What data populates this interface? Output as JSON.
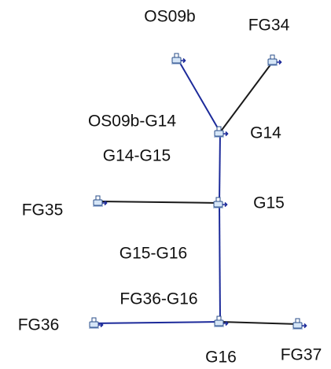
{
  "diagram": {
    "nodes": [
      {
        "id": "os09b",
        "label": "OS09b",
        "icon": "pipe-junction-icon"
      },
      {
        "id": "fg34",
        "label": "FG34",
        "icon": "pipe-junction-icon"
      },
      {
        "id": "g14",
        "label": "G14",
        "icon": "pipe-junction-icon"
      },
      {
        "id": "g15",
        "label": "G15",
        "icon": "pipe-junction-icon"
      },
      {
        "id": "fg35",
        "label": "FG35",
        "icon": "pipe-junction-icon"
      },
      {
        "id": "g16",
        "label": "G16",
        "icon": "pipe-junction-icon"
      },
      {
        "id": "fg36",
        "label": "FG36",
        "icon": "pipe-junction-icon"
      },
      {
        "id": "fg37",
        "label": "FG37",
        "icon": "pipe-junction-icon"
      }
    ],
    "links": [
      {
        "id": "os09b-g14",
        "from": "os09b",
        "to": "g14",
        "label": "OS09b-G14",
        "color": "#1c2a9a"
      },
      {
        "id": "fg34-g14",
        "from": "fg34",
        "to": "g14",
        "label": "",
        "color": "#1a1a1a"
      },
      {
        "id": "g14-g15",
        "from": "g14",
        "to": "g15",
        "label": "G14-G15",
        "color": "#1c2a9a"
      },
      {
        "id": "fg35-g15",
        "from": "fg35",
        "to": "g15",
        "label": "",
        "color": "#1a1a1a"
      },
      {
        "id": "g15-g16",
        "from": "g15",
        "to": "g16",
        "label": "G15-G16",
        "color": "#1c2a9a"
      },
      {
        "id": "fg36-g16",
        "from": "fg36",
        "to": "g16",
        "label": "FG36-G16",
        "color": "#1c2a9a"
      },
      {
        "id": "g16-fg37",
        "from": "g16",
        "to": "fg37",
        "label": "",
        "color": "#1a1a1a"
      }
    ],
    "colors": {
      "icon_fill": "#d6e6f7",
      "icon_stroke": "#2a4d8a",
      "arrow": "#1c2a9a"
    }
  }
}
